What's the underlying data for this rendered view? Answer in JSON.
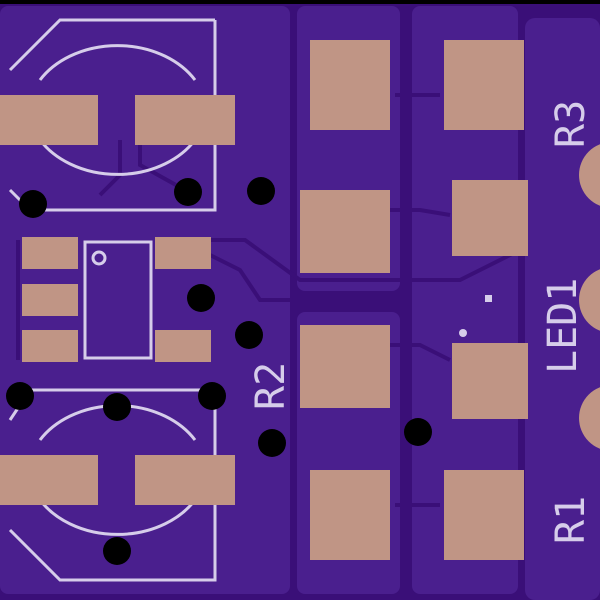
{
  "colors": {
    "substrate": "#3a0f78",
    "copper": "#4a1f8e",
    "pad": "#c09585",
    "silk": "#d6cdea",
    "via": "#000000",
    "edge": "#000000"
  },
  "labels": {
    "r1": "R1",
    "r2": "R2",
    "r3": "R3",
    "led1": "LED1"
  }
}
